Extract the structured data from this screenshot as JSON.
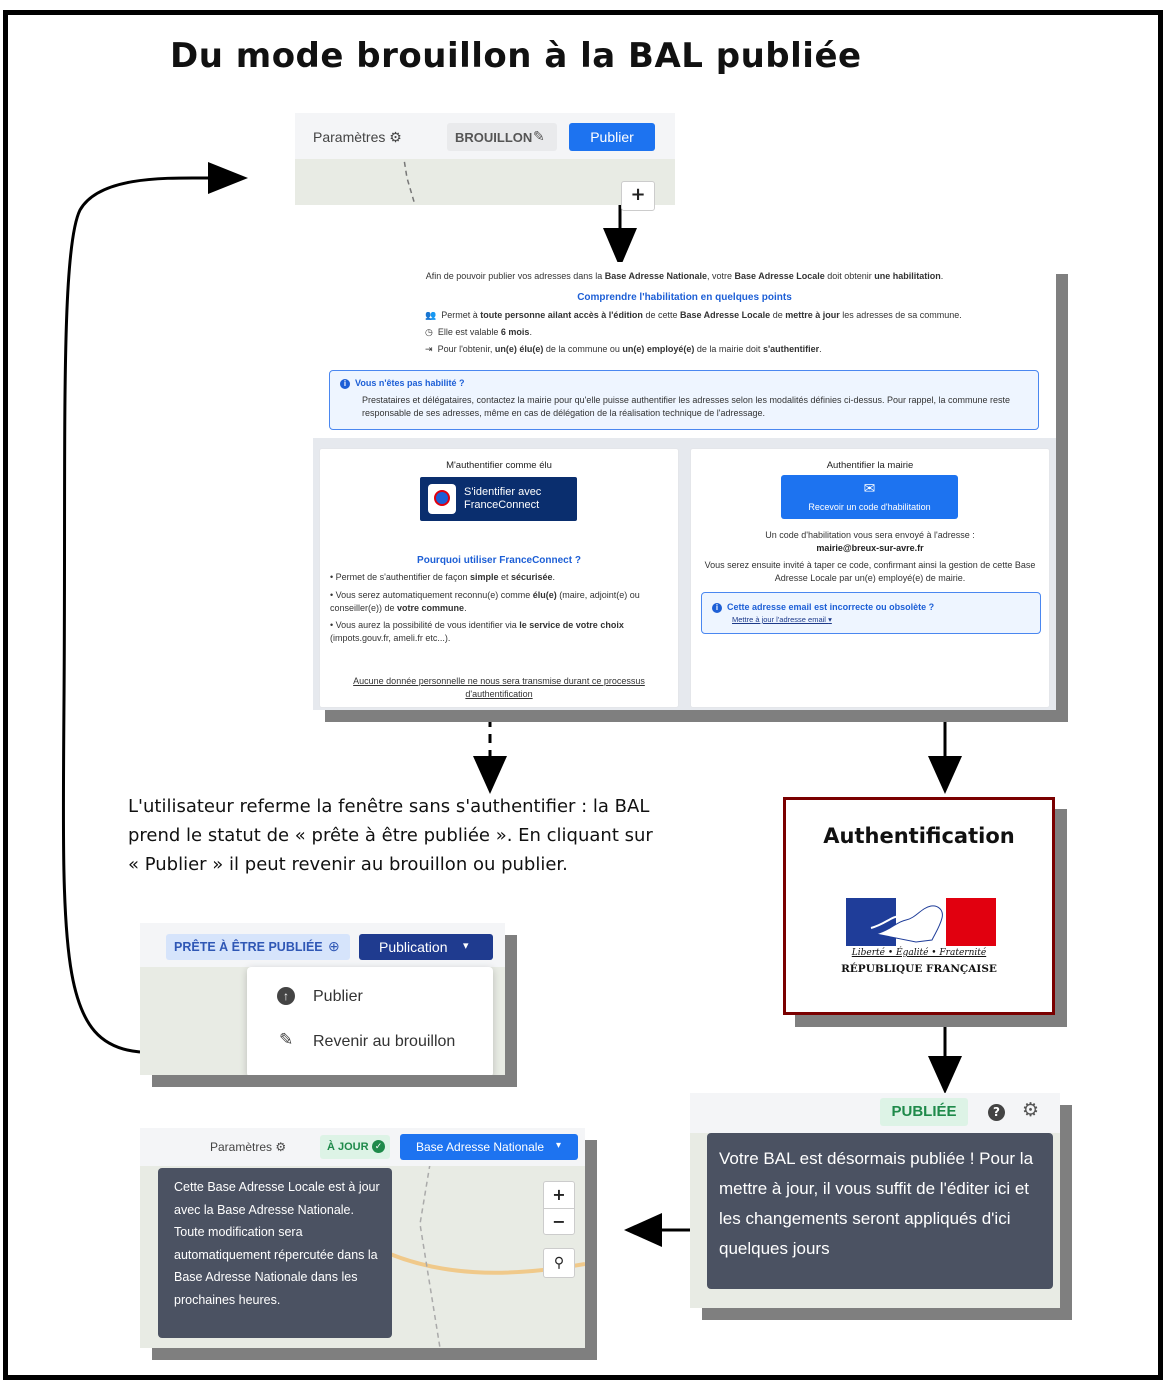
{
  "title": "Du mode brouillon à la BAL publiée",
  "panel1": {
    "parametres": "Paramètres",
    "brouillon": "BROUILLON",
    "publier": "Publier",
    "zoom_plus": "+"
  },
  "habilitation": {
    "intro_a": "Afin de pouvoir publier vos adresses dans la ",
    "intro_b": "Base Adresse Nationale",
    "intro_c": ", votre ",
    "intro_d": "Base Adresse Locale",
    "intro_e": " doit obtenir ",
    "intro_f": "une habilitation",
    "intro_g": ".",
    "link_title": "Comprendre l'habilitation en quelques points",
    "point1_a": "Permet à ",
    "point1_b": "toute personne ailant accès à l'édition",
    "point1_c": " de cette ",
    "point1_d": "Base Adresse Locale",
    "point1_e": " de ",
    "point1_f": "mettre à jour",
    "point1_g": " les adresses de sa commune.",
    "point2_a": "Elle est valable ",
    "point2_b": "6 mois",
    "point2_c": ".",
    "point3_a": "Pour l'obtenir, ",
    "point3_b": "un(e) élu(e)",
    "point3_c": " de la commune ou ",
    "point3_d": "un(e) employé(e)",
    "point3_e": " de la mairie doit ",
    "point3_f": "s'authentifier",
    "point3_g": ".",
    "notice_title": "Vous n'êtes pas habilité ?",
    "notice_text": "Prestataires et délégataires, contactez la mairie pour qu'elle puisse authentifier les adresses selon les modalités définies ci-dessus. Pour rappel, la commune reste responsable de ses adresses, même en cas de délégation de la réalisation technique de l'adressage.",
    "left_title": "M'authentifier comme élu",
    "fc_line1": "S'identifier avec",
    "fc_line2": "FranceConnect",
    "why_fc": "Pourquoi utiliser FranceConnect ?",
    "b1_a": "Permet de s'authentifier de façon ",
    "b1_b": "simple",
    "b1_c": " et ",
    "b1_d": "sécurisée",
    "b1_e": ".",
    "b2_a": "Vous serez automatiquement reconnu(e) comme ",
    "b2_b": "élu(e)",
    "b2_c": " (maire, adjoint(e) ou conseiller(e)) de ",
    "b2_d": "votre commune",
    "b2_e": ".",
    "b3_a": "Vous aurez la possibilité de vous identifier via ",
    "b3_b": "le service de votre choix",
    "b3_c": " (impots.gouv.fr, ameli.fr etc...).",
    "no_data": "Aucune donnée personnelle ne nous sera transmise durant ce processus d'authentification",
    "right_title": "Authentifier la mairie",
    "receive_code": "Recevoir un code d'habilitation",
    "code_sent": "Un code d'habilitation vous sera envoyé à l'adresse :",
    "email": "mairie@breux-sur-avre.fr",
    "invite": "Vous serez ensuite invité à taper ce code, confirmant ainsi la gestion de cette Base Adresse Locale par un(e) employé(e) de mairie.",
    "email_notice": "Cette adresse email est incorrecte ou obsolète ?",
    "update_email": "Mettre à jour l'adresse email"
  },
  "caption": "L'utilisateur referme la fenêtre sans s'authentifier : la BAL prend le statut de « prête à être publiée ». En cliquant sur « Publier » il peut revenir au brouillon ou publier.",
  "panel3": {
    "status": "PRÊTE À ÊTRE PUBLIÉE",
    "publication": "Publication",
    "menu_publier": "Publier",
    "menu_revenir": "Revenir au brouillon"
  },
  "auth_box": {
    "title": "Authentification",
    "motto": "Liberté • Égalité • Fraternité",
    "republique": "RÉPUBLIQUE FRANÇAISE",
    "colors": {
      "blue": "#1f3d99",
      "red": "#e1000f",
      "border": "#7a0000"
    }
  },
  "panel_published": {
    "status": "PUBLIÉE",
    "tooltip": "Votre BAL est désormais publiée ! Pour la mettre à jour, il vous suffit de l'éditer ici et les changements seront appliqués d'ici quelques jours"
  },
  "panel_final": {
    "parametres": "Paramètres",
    "a_jour": "À JOUR",
    "ban": "Base Adresse Nationale",
    "tooltip": "Cette Base Adresse Locale est à jour avec la Base Adresse Nationale. Toute modification sera automatiquement répercutée dans la Base Adresse Nationale dans les prochaines heures.",
    "zoom_plus": "+",
    "zoom_minus": "−"
  }
}
